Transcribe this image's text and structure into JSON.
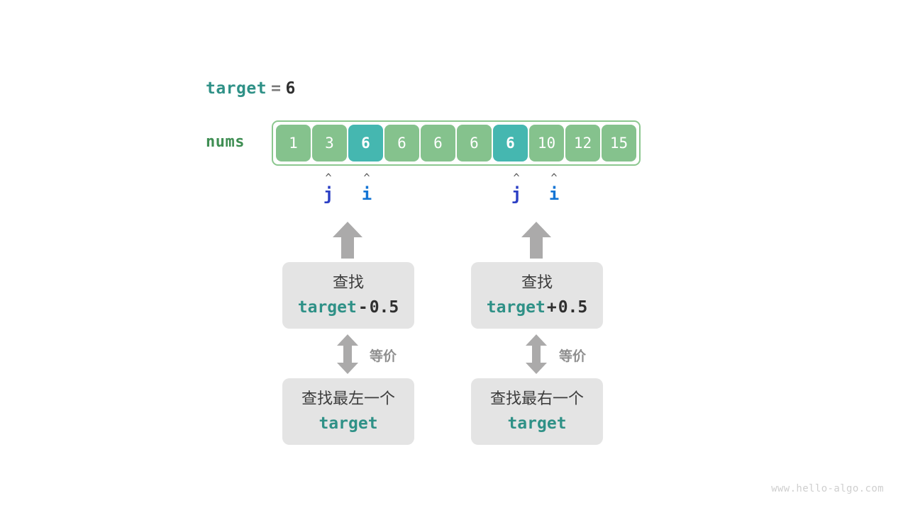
{
  "diagram": {
    "title_row": {
      "variable": "target",
      "operator": "=",
      "value": "6"
    },
    "array": {
      "label": "nums",
      "values": [
        "1",
        "3",
        "6",
        "6",
        "6",
        "6",
        "6",
        "10",
        "12",
        "15"
      ],
      "highlighted_indices": [
        2,
        6
      ],
      "cell_color": "#85c28d",
      "highlight_color": "#45b7b0",
      "border_color": "#8cc78f"
    },
    "markers": [
      {
        "name": "j",
        "caret": "^",
        "index": 1,
        "color": "#2b3fc4"
      },
      {
        "name": "i",
        "caret": "^",
        "index": 2,
        "color": "#1374d4"
      },
      {
        "name": "j",
        "caret": "^",
        "index": 6,
        "color": "#2b3fc4"
      },
      {
        "name": "i",
        "caret": "^",
        "index": 7,
        "color": "#1374d4"
      }
    ],
    "columns": [
      {
        "side": "left",
        "top_box": {
          "line1": "查找",
          "var": "target",
          "op": "-",
          "num": "0.5"
        },
        "equiv_label": "等价",
        "bottom_box": {
          "line1": "查找最左一个",
          "var": "target"
        }
      },
      {
        "side": "right",
        "top_box": {
          "line1": "查找",
          "var": "target",
          "op": "+",
          "num": "0.5"
        },
        "equiv_label": "等价",
        "bottom_box": {
          "line1": "查找最右一个",
          "var": "target"
        }
      }
    ],
    "arrow_color": "#abaaaa",
    "watermark": "www.hello-algo.com"
  }
}
